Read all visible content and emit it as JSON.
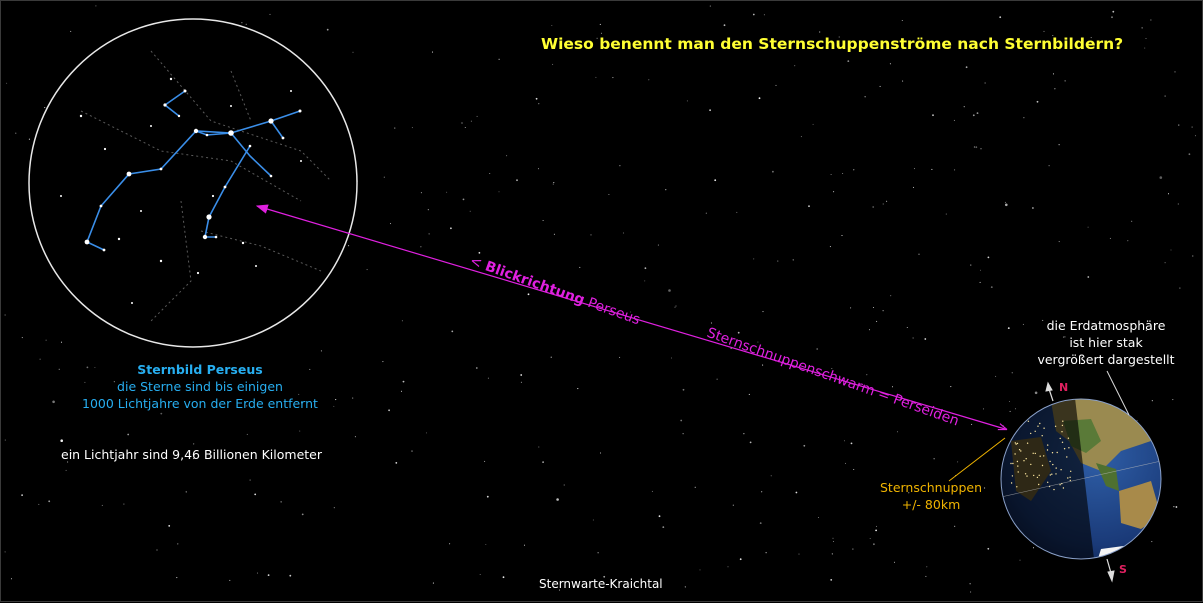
{
  "title": "Wieso benennt man den Sternschuppenströme nach Sternbildern?",
  "constellation": {
    "heading": "Sternbild Perseus",
    "line1": "die Sterne sind bis einigen",
    "line2": "1000 Lichtjahre von der Erde entfernt"
  },
  "lightyear_note": "ein Lichtjahr sind 9,46 Billionen Kilometer",
  "view_direction": {
    "prefix": "< ",
    "bold": "Blickrichtung",
    "rest": " Perseus"
  },
  "meteor_stream": "Sternschnuppenschwarm = Perseiden",
  "stream_arrow": ">",
  "atmosphere_note": {
    "line1": "die Erdatmosphäre",
    "line2": "ist hier stak",
    "line3": "vergrößert dargestellt"
  },
  "meteors_note": {
    "line1": "Sternschnuppen",
    "line2": "+/- 80km"
  },
  "compass": {
    "north": "N",
    "south": "S"
  },
  "footer": "Sternwarte-Kraichtal",
  "colors": {
    "title": "#ffff33",
    "constellation_text": "#27aef0",
    "constellation_lines": "#3a8ee8",
    "direction": "#e020e0",
    "meteors_text": "#f0b400",
    "compass_letters": "#e02060"
  }
}
